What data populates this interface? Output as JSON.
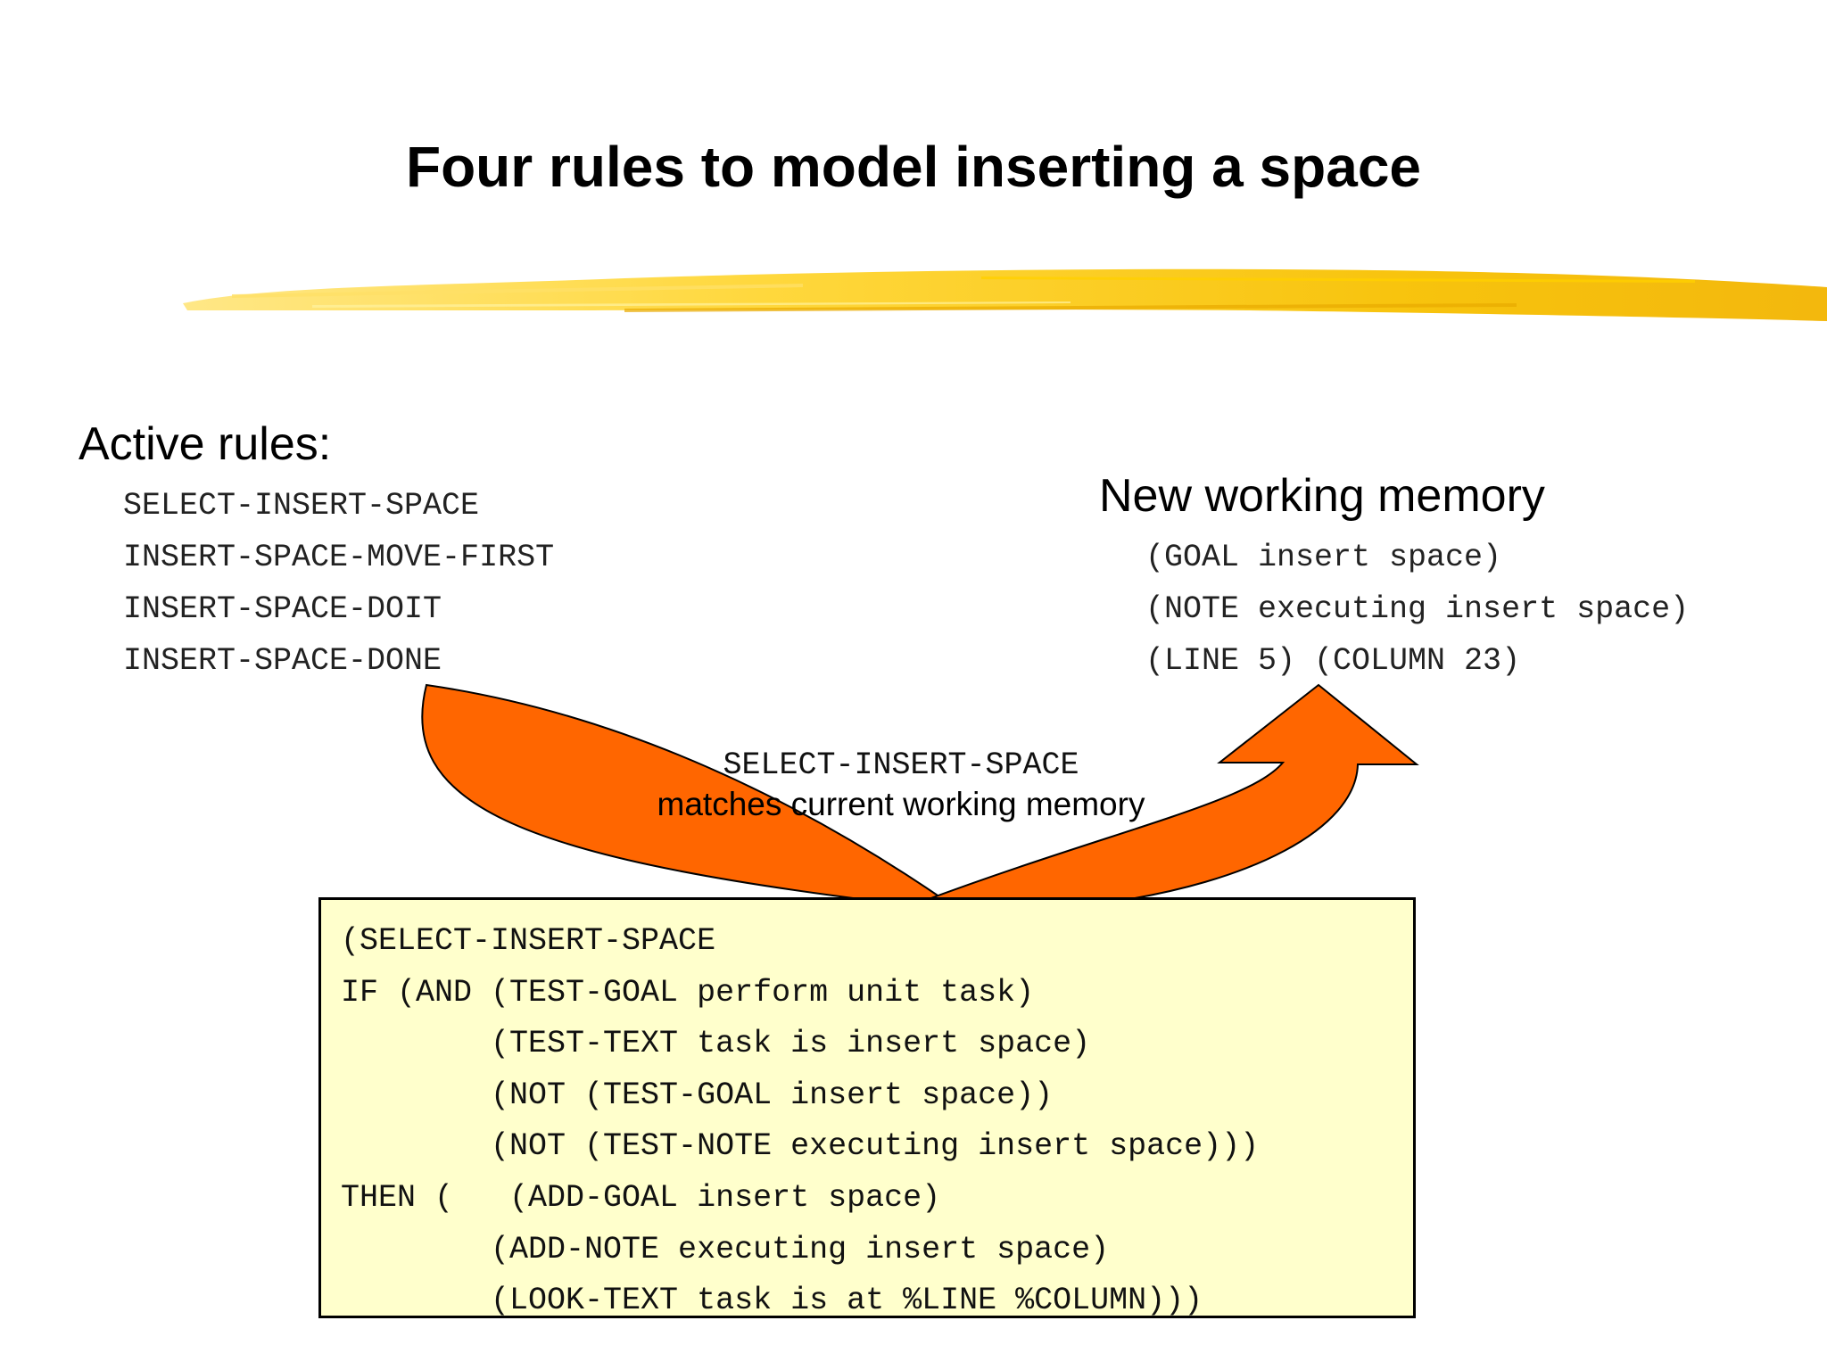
{
  "slide": {
    "title": "Four rules to model inserting a space"
  },
  "active_rules": {
    "heading": "Active rules:",
    "items": [
      "SELECT-INSERT-SPACE",
      "INSERT-SPACE-MOVE-FIRST",
      "INSERT-SPACE-DOIT",
      "INSERT-SPACE-DONE"
    ]
  },
  "working_memory": {
    "heading": "New  working memory",
    "items": [
      "(GOAL insert space)",
      "(NOTE executing insert space)",
      "(LINE 5) (COLUMN 23)"
    ]
  },
  "arrow_label": {
    "line1": "SELECT-INSERT-SPACE",
    "line2": "matches current working memory"
  },
  "rule_box": {
    "lines": [
      "(SELECT-INSERT-SPACE",
      "IF (AND (TEST-GOAL perform unit task)",
      "        (TEST-TEXT task is insert space)",
      "        (NOT (TEST-GOAL insert space))",
      "        (NOT (TEST-NOTE executing insert space)))",
      "THEN (   (ADD-GOAL insert space)",
      "        (ADD-NOTE executing insert space)",
      "        (LOOK-TEXT task is at %LINE %COLUMN)))"
    ]
  },
  "colors": {
    "arrow_fill": "#ff6600",
    "box_fill": "#ffffcc",
    "brush_light": "#ffe066",
    "brush_dark": "#f2b400"
  }
}
